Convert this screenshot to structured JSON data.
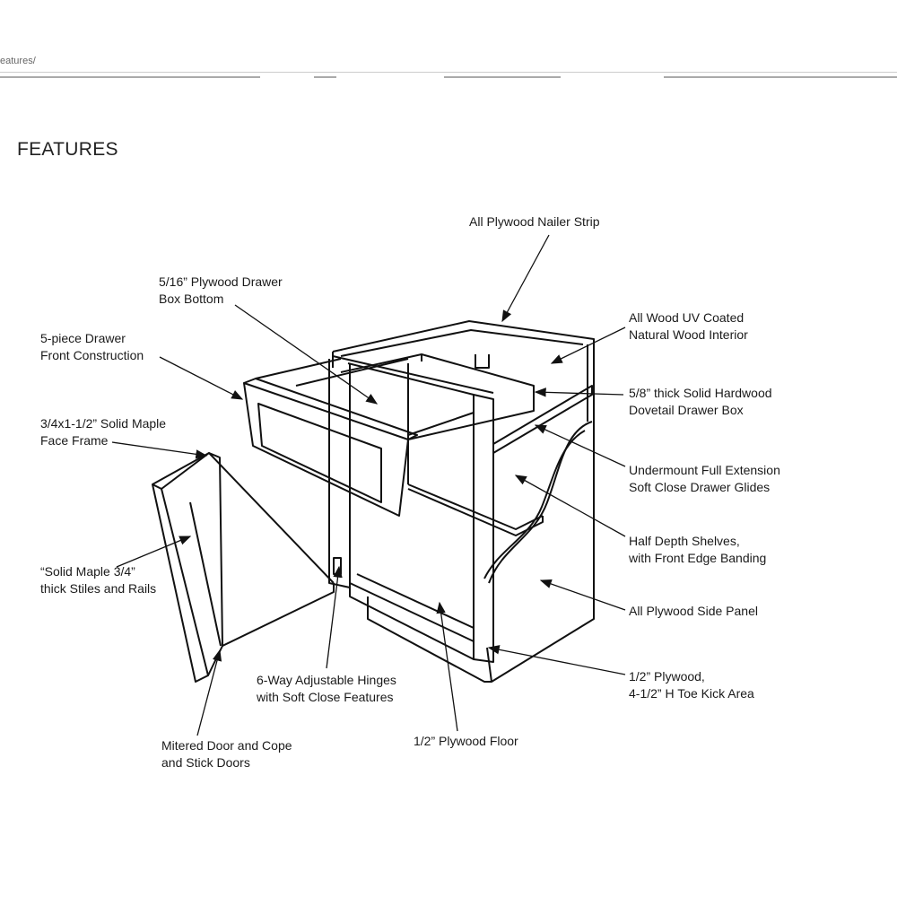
{
  "breadcrumb": "eatures/",
  "page_title": "FEATURES",
  "labels": {
    "nailer_strip": [
      "All Plywood Nailer Strip"
    ],
    "drawer_bottom": [
      "5/16” Plywood Drawer",
      "Box Bottom"
    ],
    "drawer_front": [
      "5-piece Drawer",
      "Front Construction"
    ],
    "face_frame": [
      "3/4x1-1/2” Solid Maple",
      "Face Frame"
    ],
    "stiles_rails": [
      "“Solid Maple 3/4”",
      "thick Stiles and Rails"
    ],
    "hinges": [
      "6-Way Adjustable Hinges",
      "with Soft Close Features"
    ],
    "mitered_door": [
      "Mitered Door and Cope",
      "and Stick Doors"
    ],
    "floor": [
      "1/2” Plywood Floor"
    ],
    "interior": [
      "All Wood UV Coated",
      "Natural Wood Interior"
    ],
    "drawer_box": [
      "5/8” thick Solid Hardwood",
      "Dovetail Drawer Box"
    ],
    "glides": [
      "Undermount Full Extension",
      "Soft Close Drawer Glides"
    ],
    "shelves": [
      "Half Depth Shelves,",
      "with Front Edge Banding"
    ],
    "side_panel": [
      "All Plywood Side Panel"
    ],
    "toe_kick": [
      "1/2” Plywood,",
      "4-1/2” H Toe Kick Area"
    ]
  }
}
